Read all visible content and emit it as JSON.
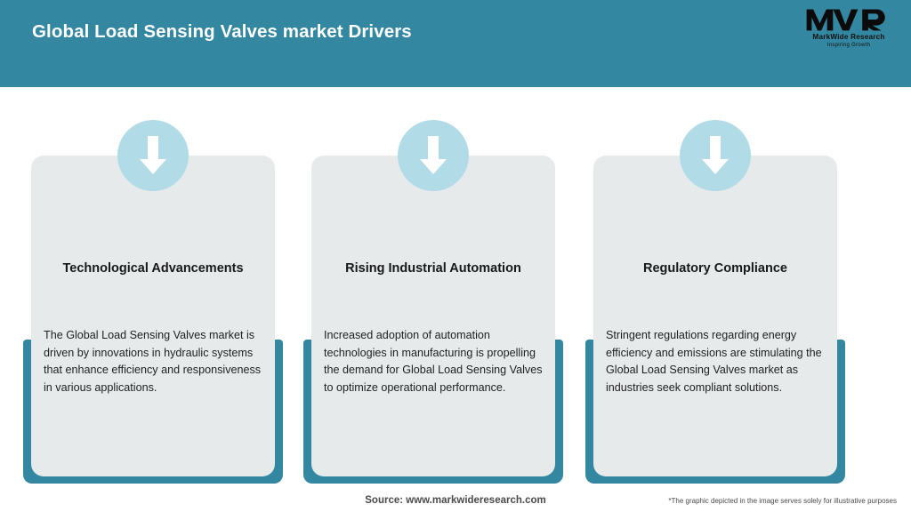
{
  "header": {
    "title": "Global Load Sensing Valves market Drivers",
    "bg_color": "#3387a0",
    "title_color": "#ffffff"
  },
  "logo": {
    "mark": "MWR",
    "name": "MarkWide Research",
    "tagline": "Inspiring Growth"
  },
  "theme": {
    "accent": "#3387a0",
    "card_bg": "#e7eaeb",
    "icon_circle": "#b2dbe8",
    "page_bg": "#ffffff"
  },
  "cards": [
    {
      "icon": "arrow-down-icon",
      "title": "Technological Advancements",
      "body": "The Global Load Sensing Valves market is driven by innovations in hydraulic systems that enhance efficiency and responsiveness in various applications."
    },
    {
      "icon": "arrow-down-icon",
      "title": "Rising Industrial Automation",
      "body": "Increased adoption of automation technologies in manufacturing is propelling the demand for Global Load Sensing Valves to optimize operational performance."
    },
    {
      "icon": "arrow-down-icon",
      "title": "Regulatory Compliance",
      "body": "Stringent regulations regarding energy efficiency and emissions are stimulating the Global Load Sensing Valves market as industries seek compliant solutions."
    }
  ],
  "footer": {
    "source": "Source: www.markwideresearch.com",
    "disclaimer": "*The graphic depicted in the image serves solely for illustrative purposes"
  }
}
